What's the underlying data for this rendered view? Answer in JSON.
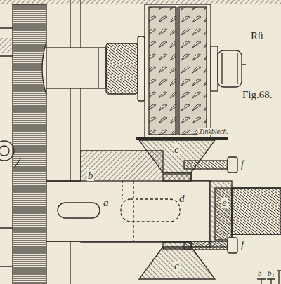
{
  "diagram": {
    "labels": [
      "Rü",
      "Fig.68.",
      "Zinkblech.",
      "c",
      "b",
      "a",
      "d",
      "e",
      "f",
      "f",
      "c",
      "b",
      "b₁"
    ]
  }
}
